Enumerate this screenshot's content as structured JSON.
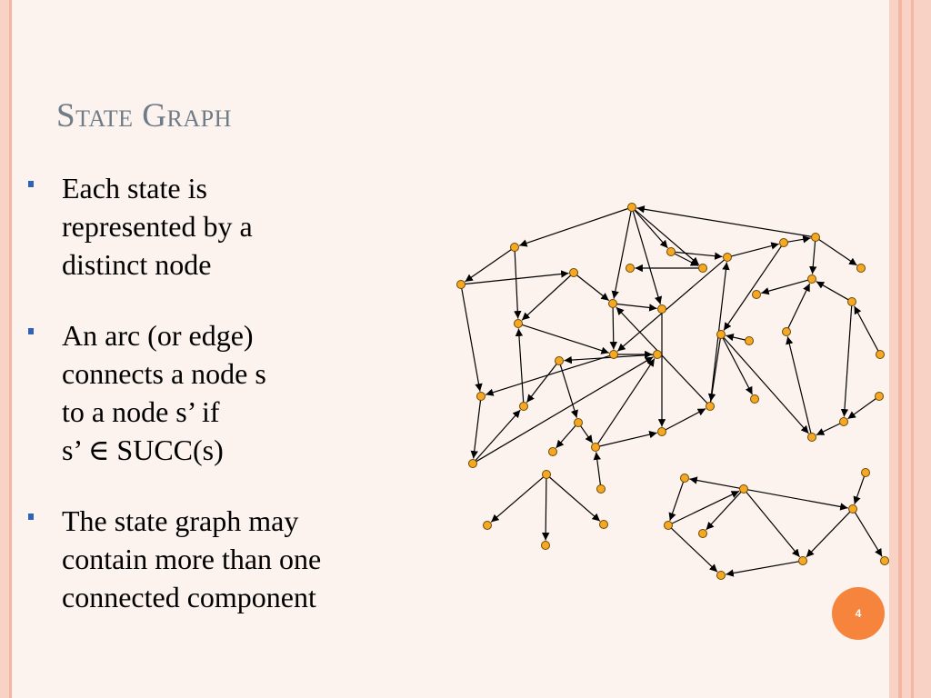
{
  "slide": {
    "title": "State Graph",
    "page_number": "4"
  },
  "bullets": [
    {
      "text": "Each state is\nrepresented by a\ndistinct node"
    },
    {
      "text": "An arc (or edge)\nconnects a node s\nto a node s’ if\ns’ ∈ SUCC(s)"
    },
    {
      "text": "The state graph may\ncontain more than one\nconnected component"
    }
  ],
  "colors": {
    "node_fill": "#f6a723",
    "node_stroke": "#6b4a00",
    "edge": "#000000",
    "title": "#6f7c87",
    "bullet_marker": "#2e63b8",
    "page_badge": "#f6843c"
  }
}
